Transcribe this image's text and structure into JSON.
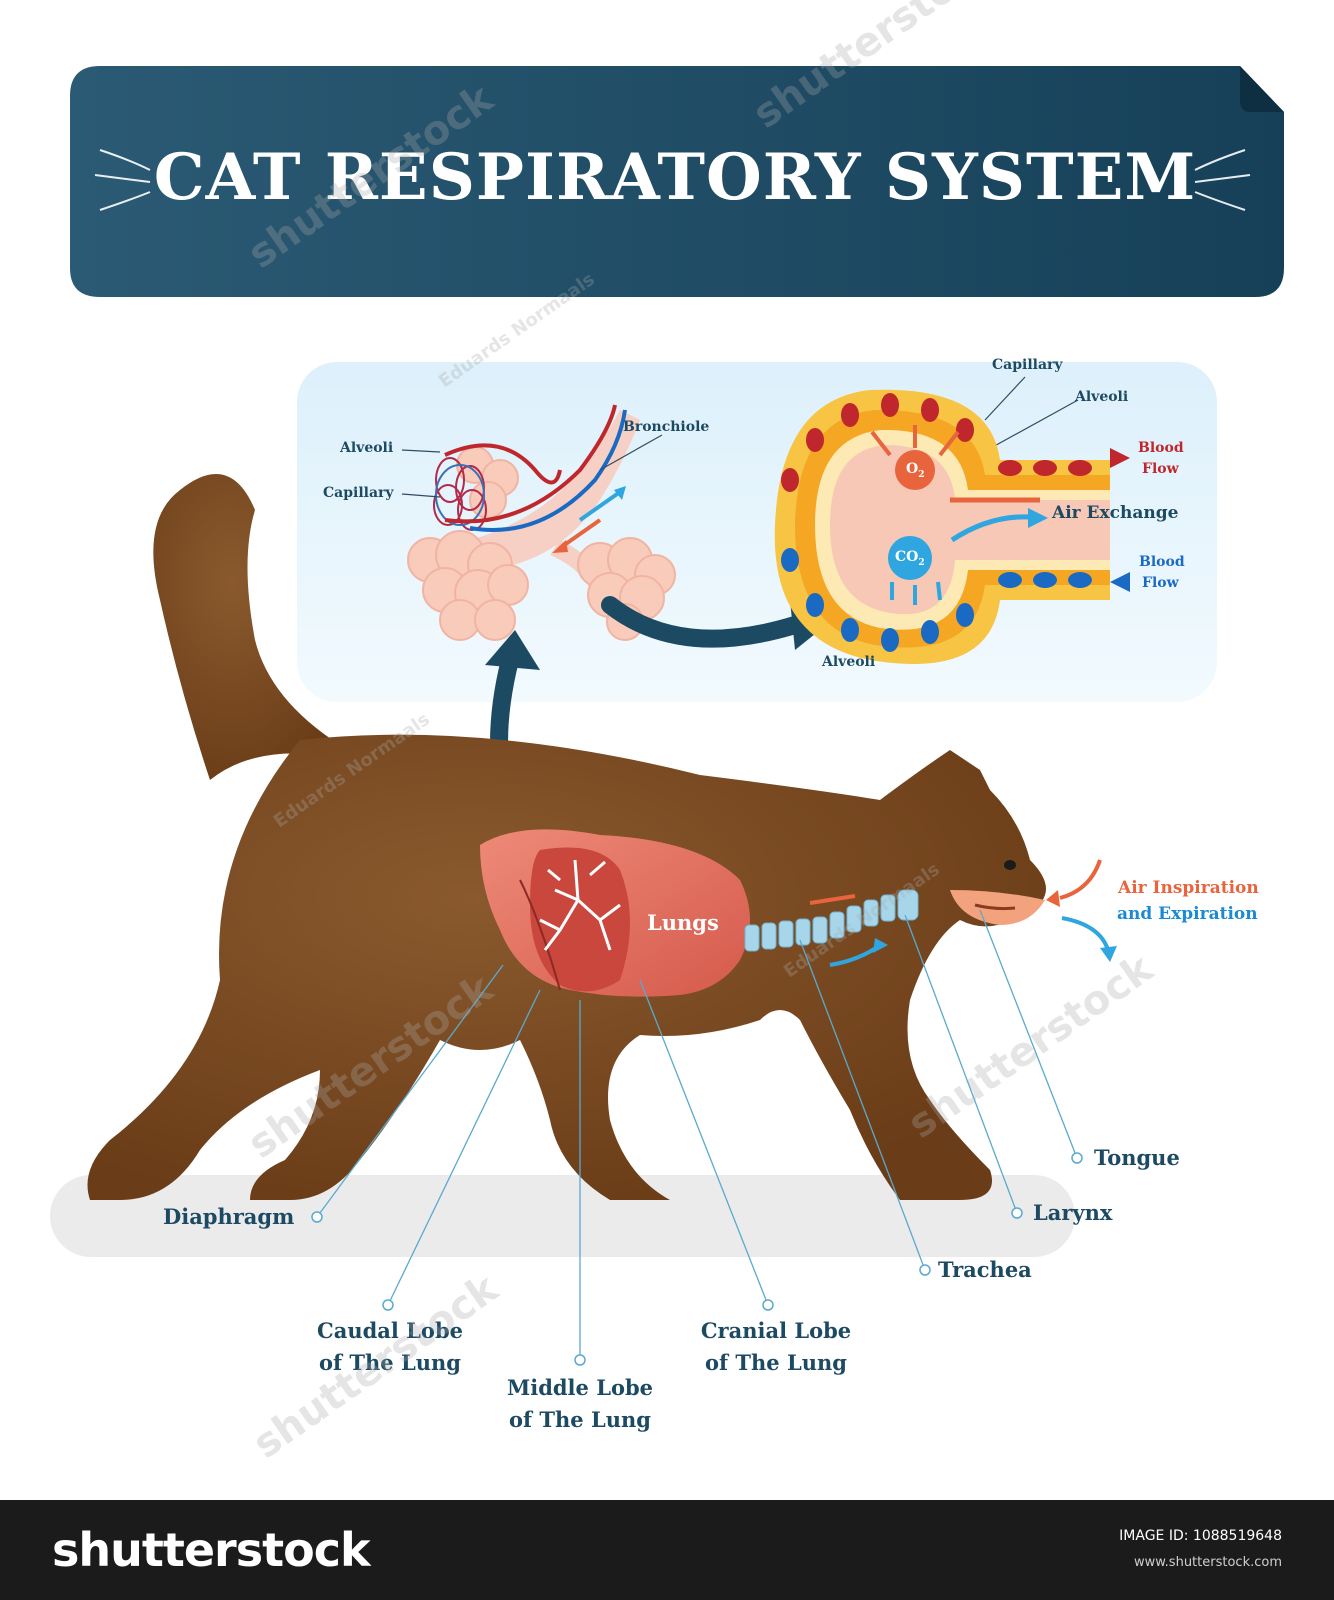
{
  "title": "CAT RESPIRATORY SYSTEM",
  "inset": {
    "bronchiole_labels": {
      "alveoli": "Alveoli",
      "capillary": "Capillary",
      "bronchiole": "Bronchiole"
    },
    "exchange_labels": {
      "capillary": "Capillary",
      "alveoli": "Alveoli",
      "blood_flow_top_1": "Blood",
      "blood_flow_top_2": "Flow",
      "air_exchange": "Air Exchange",
      "blood_flow_bottom_1": "Blood",
      "blood_flow_bottom_2": "Flow",
      "o2": "O",
      "o2_sub": "2",
      "co2": "CO",
      "co2_sub": "2",
      "alveoli_bottom": "Alveoli"
    }
  },
  "cat_labels": {
    "lungs": "Lungs",
    "air_1": "Air Inspiration",
    "air_2": "and Expiration",
    "tongue": "Tongue",
    "larynx": "Larynx",
    "trachea": "Trachea",
    "diaphragm": "Diaphragm",
    "caudal_1": "Caudal Lobe",
    "caudal_2": "of The Lung",
    "middle_1": "Middle Lobe",
    "middle_2": "of The Lung",
    "cranial_1": "Cranial Lobe",
    "cranial_2": "of The Lung"
  },
  "watermarks": {
    "shutterstock": "shutterstock",
    "author": "Eduards Normaals"
  },
  "footer": {
    "brand": "shutterstock",
    "image_id": "IMAGE ID: 1088519648",
    "url": "www.shutterstock.com"
  },
  "colors": {
    "banner": "#1d4a63",
    "cat": "#7a4a22",
    "label_text": "#1d4a63",
    "leader_line": "#5aa9cf",
    "oxygen": "#e8643c",
    "co2": "#2fa6e0",
    "blood_red": "#c0272d",
    "blood_blue": "#1a6ac4"
  }
}
